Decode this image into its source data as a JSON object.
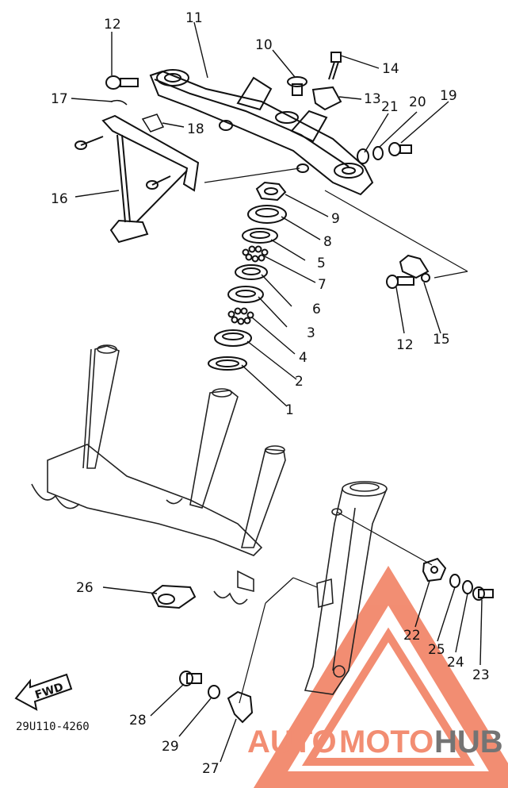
{
  "callouts": {
    "c1": "1",
    "c2": "2",
    "c3": "3",
    "c4": "4",
    "c5": "5",
    "c6": "6",
    "c7": "7",
    "c8": "8",
    "c9": "9",
    "c10": "10",
    "c11": "11",
    "c12a": "12",
    "c12b": "12",
    "c13": "13",
    "c14": "14",
    "c15": "15",
    "c16": "16",
    "c17": "17",
    "c18": "18",
    "c19": "19",
    "c20": "20",
    "c21": "21",
    "c22": "22",
    "c23": "23",
    "c24": "24",
    "c25": "25",
    "c26": "26",
    "c27": "27",
    "c28": "28",
    "c29": "29"
  },
  "fwd_label": "FWD",
  "diagram_code": "29U110-4260",
  "watermark": {
    "text_part1": "AUTO",
    "text_part2": "MOTO",
    "text_part3": "HUB",
    "color_primary": "#f07a5a",
    "color_secondary": "#5c5c5c"
  },
  "colors": {
    "line": "#111111",
    "background": "#ffffff"
  }
}
